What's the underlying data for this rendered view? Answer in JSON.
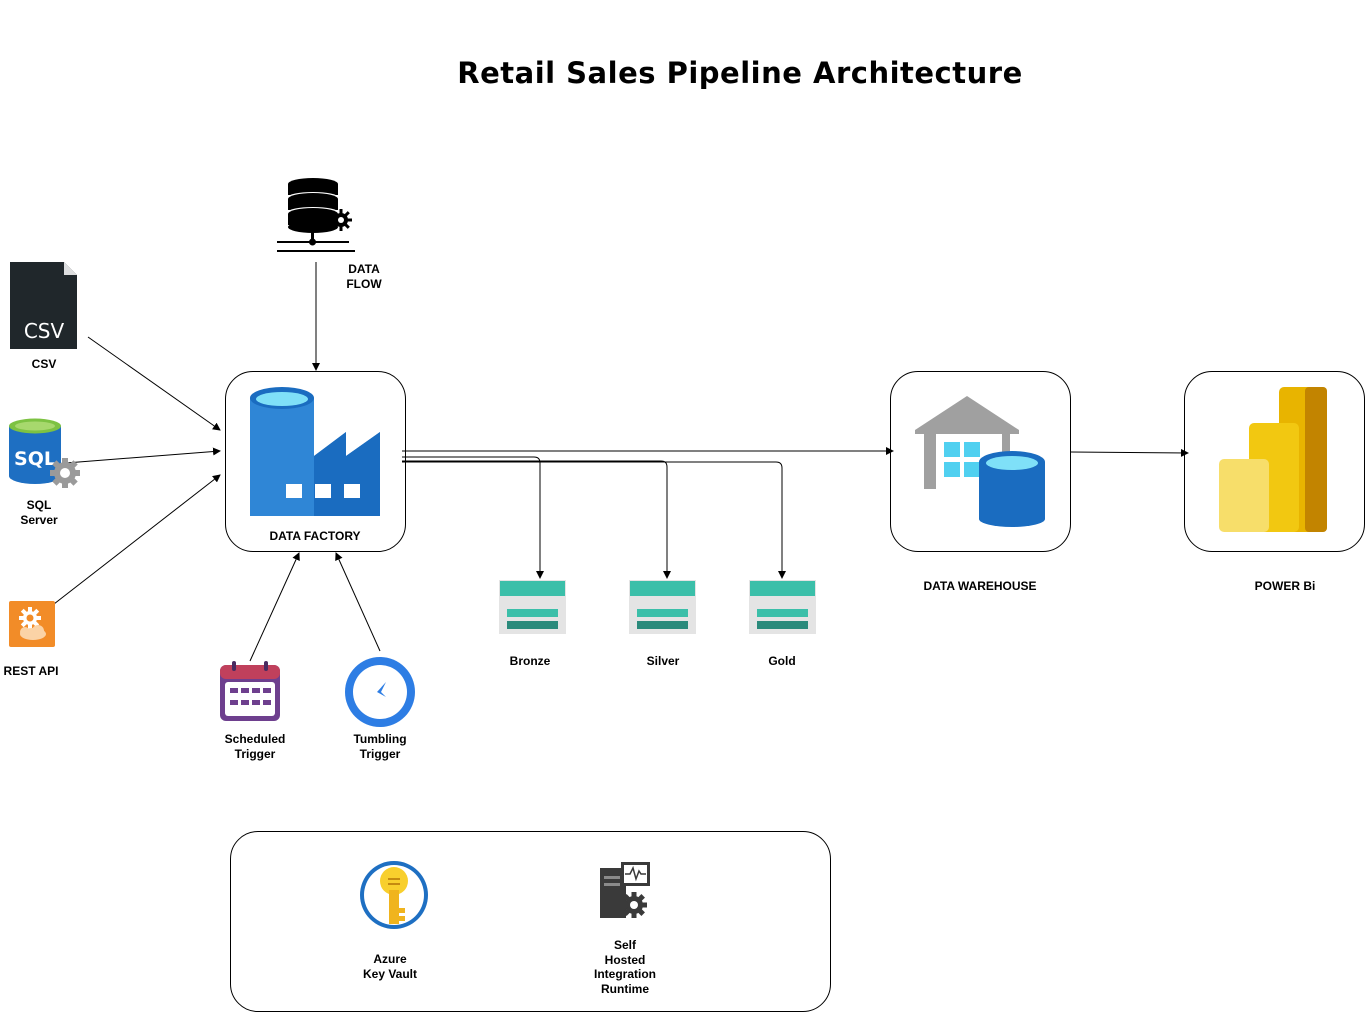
{
  "title": "Retail Sales Pipeline Architecture",
  "sources": {
    "csv": {
      "label": "CSV",
      "icon_text": "CSV"
    },
    "sql": {
      "label": "SQL\nServer",
      "icon_text": "SQL"
    },
    "rest": {
      "label": "REST API"
    }
  },
  "dataflow": {
    "label": "DATA\nFLOW"
  },
  "factory": {
    "label": "DATA FACTORY"
  },
  "triggers": {
    "scheduled": {
      "label": "Scheduled\nTrigger"
    },
    "tumbling": {
      "label": "Tumbling\nTrigger"
    }
  },
  "layers": {
    "bronze": {
      "label": "Bronze"
    },
    "silver": {
      "label": "Silver"
    },
    "gold": {
      "label": "Gold"
    }
  },
  "warehouse": {
    "label": "DATA WAREHOUSE"
  },
  "powerbi": {
    "label": "POWER Bi"
  },
  "security": {
    "keyvault": {
      "label": "Azure\nKey Vault"
    },
    "shir": {
      "label": "Self\nHosted\nIntegration\nRuntime"
    }
  },
  "colors": {
    "azure_blue": "#1e6fc2",
    "teal": "#3bbfa9",
    "orange": "#f28c28",
    "gold": "#e8b400",
    "purple": "#6e3f8e"
  }
}
